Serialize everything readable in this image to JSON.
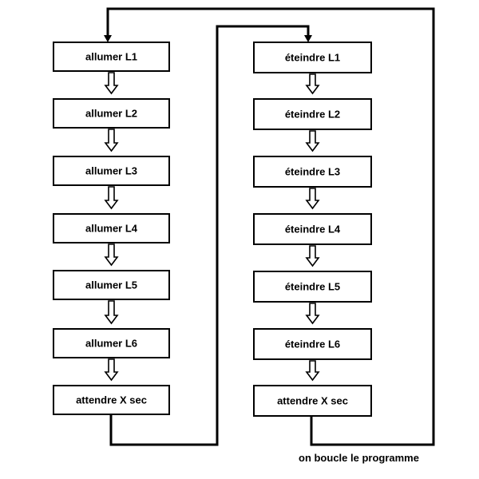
{
  "left_column": [
    "allumer L1",
    "allumer L2",
    "allumer L3",
    "allumer L4",
    "allumer L5",
    "allumer L6",
    "attendre X sec"
  ],
  "right_column": [
    "éteindre L1",
    "éteindre L2",
    "éteindre L3",
    "éteindre L4",
    "éteindre L5",
    "éteindre L6",
    "attendre X sec"
  ],
  "loop_label": "on boucle le programme"
}
